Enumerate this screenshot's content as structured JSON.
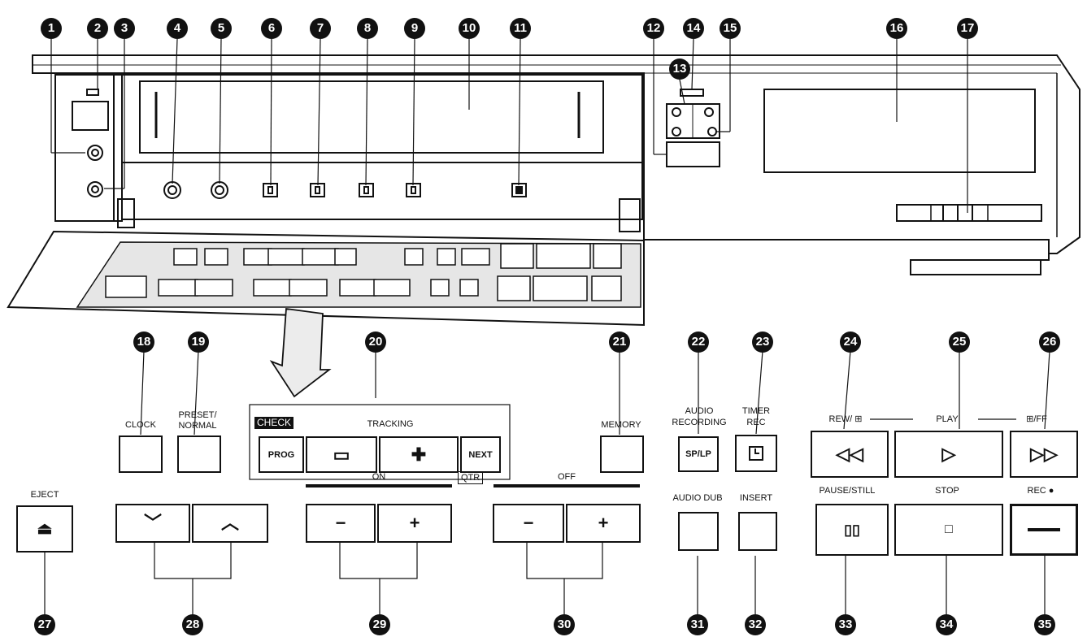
{
  "callouts": [
    "1",
    "2",
    "3",
    "4",
    "5",
    "6",
    "7",
    "8",
    "9",
    "10",
    "11",
    "12",
    "13",
    "14",
    "15",
    "16",
    "17",
    "18",
    "19",
    "20",
    "21",
    "22",
    "23",
    "24",
    "25",
    "26",
    "27",
    "28",
    "29",
    "30",
    "31",
    "32",
    "33",
    "34",
    "35"
  ],
  "labels": {
    "clock": "CLOCK",
    "preset_line1": "PRESET/",
    "preset_line2": "NORMAL",
    "check": "CHECK",
    "tracking": "TRACKING",
    "prog": "PROG",
    "next": "NEXT",
    "memory": "MEMORY",
    "audio_rec_line1": "AUDIO",
    "audio_rec_line2": "RECORDING",
    "sp_lp": "SP/LP",
    "timer_line1": "TIMER",
    "timer_line2": "REC",
    "rew": "REW/ ⊞",
    "play": "PLAY",
    "ff": "⊞/FF",
    "eject": "EJECT",
    "on": "ON",
    "qtr": "QTR",
    "off": "OFF",
    "audio_dub": "AUDIO DUB",
    "insert": "INSERT",
    "pause_still": "PAUSE/STILL",
    "stop": "STOP",
    "rec": "REC ●"
  },
  "icons": {
    "eject": "eject-icon",
    "down": "chevron-down-icon",
    "up": "chevron-up-icon",
    "minus": "minus-icon",
    "plus": "plus-icon",
    "rewind": "rewind-icon",
    "play": "play-icon",
    "fast_forward": "fast-forward-icon",
    "pause": "pause-icon",
    "stop": "stop-icon",
    "record": "record-icon",
    "timer": "timer-icon"
  }
}
